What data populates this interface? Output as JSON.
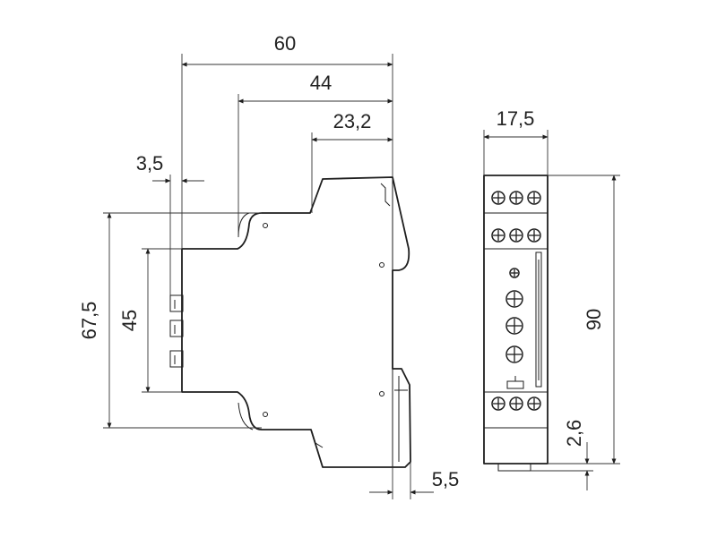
{
  "dimensions": {
    "width_total": "60",
    "width_mid": "44",
    "width_top": "23,2",
    "rail_offset": "3,5",
    "height_body": "67,5",
    "height_inner": "45",
    "foot": "5,5",
    "front_width": "17,5",
    "front_height": "90",
    "front_foot": "2,6"
  },
  "colors": {
    "line": "#1e1e1e",
    "background": "#ffffff"
  }
}
